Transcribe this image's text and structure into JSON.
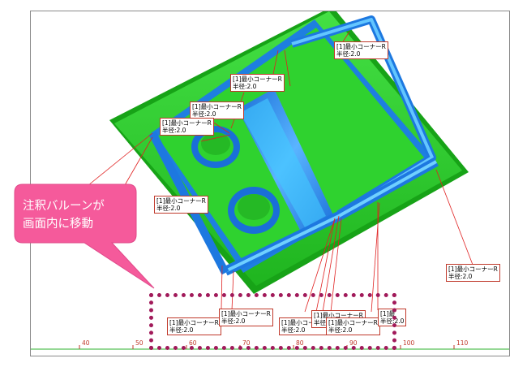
{
  "callout": {
    "line1": "注釈バルーンが",
    "line2": "画面内に移動",
    "fill": "#f55a9b"
  },
  "balloon": {
    "line1": "[1]最小コーナーR",
    "line2": "半径:2.0"
  },
  "balloons": [
    {
      "l1": "[1]最小コーナーR",
      "l2": "半径:2.0"
    },
    {
      "l1": "[1]最小コーナーR",
      "l2": "半径:2.0"
    },
    {
      "l1": "[1]最小コーナーR",
      "l2": "半径:2.0"
    },
    {
      "l1": "[1]最小コーナーR",
      "l2": "半径:2.0"
    },
    {
      "l1": "[1]最小コーナーR",
      "l2": "半径:2.0"
    },
    {
      "l1": "[1]最小コーナーR",
      "l2": "半径:2.0"
    },
    {
      "l1": "[1]最小コーナーR",
      "l2": "半径:2.0"
    },
    {
      "l1": "[1]最小コーナーR",
      "l2": "半径:2.0"
    },
    {
      "l1": "[1]最小コーナーR",
      "l2": "半径:2.0"
    },
    {
      "l1": "[1]最小コーナーR",
      "l2": "半径:2.0"
    },
    {
      "l1": "[1]最",
      "l2": "半径:2.0"
    },
    {
      "l1": "[1]最小コーナーR",
      "l2": "半径:2.0"
    }
  ],
  "ruler": {
    "ticks": [
      "40",
      "50",
      "60",
      "70",
      "80",
      "90",
      "100",
      "110"
    ],
    "color": "#c0392b"
  },
  "colors": {
    "part_green": "#2bd12b",
    "pocket_blue": "#2f8fe8",
    "leader_red": "#e02020",
    "highlight_box": "#a11a5a"
  }
}
